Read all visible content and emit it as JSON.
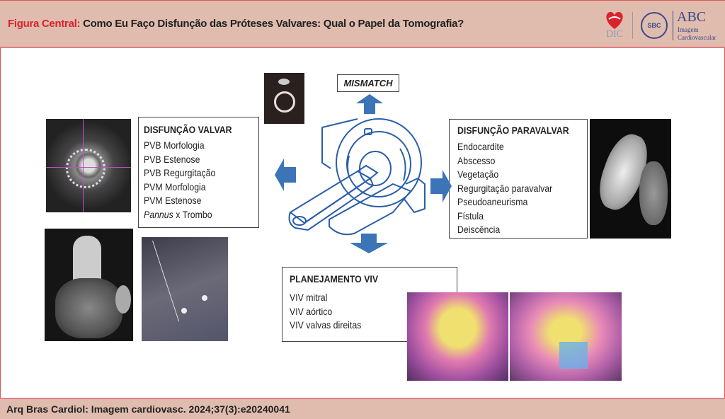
{
  "header": {
    "label": "Figura Central:",
    "title": "Como Eu Faço Disfunção das Próteses Valvares: Qual o Papel da Tomografia?"
  },
  "logos": {
    "dic": "DIC",
    "sbc": "SBC",
    "abc": "ABC",
    "abc_sub1": "Imagem",
    "abc_sub2": "Cardiovascular"
  },
  "mismatch": "MISMATCH",
  "valvar": {
    "title": "DISFUNÇÃO VALVAR",
    "items": [
      "PVB Morfologia",
      "PVB Estenose",
      "PVB Regurgitação",
      "PVM Morfologia",
      "PVM Estenose"
    ],
    "last_italic": "Pannus",
    "last_rest": " x Trombo"
  },
  "paravalvar": {
    "title": "DISFUNÇÃO PARAVALVAR",
    "items": [
      "Endocardite",
      "Abscesso",
      "Vegetação",
      "Regurgitação paravalvar",
      "Pseudoaneurisma",
      "Fístula",
      "Deiscência"
    ]
  },
  "viv": {
    "title": "PLANEJAMENTO VIV",
    "items": [
      "VIV mitral",
      "VIV aórtico",
      "VIV valvas direitas"
    ]
  },
  "footer": {
    "citation": "Arq Bras Cardiol: Imagem cardiovasc. 2024;37(3):e20240041"
  },
  "colors": {
    "accent": "#d9232e",
    "arrow": "#3c74b8",
    "header_bg": "#e0bcae"
  }
}
